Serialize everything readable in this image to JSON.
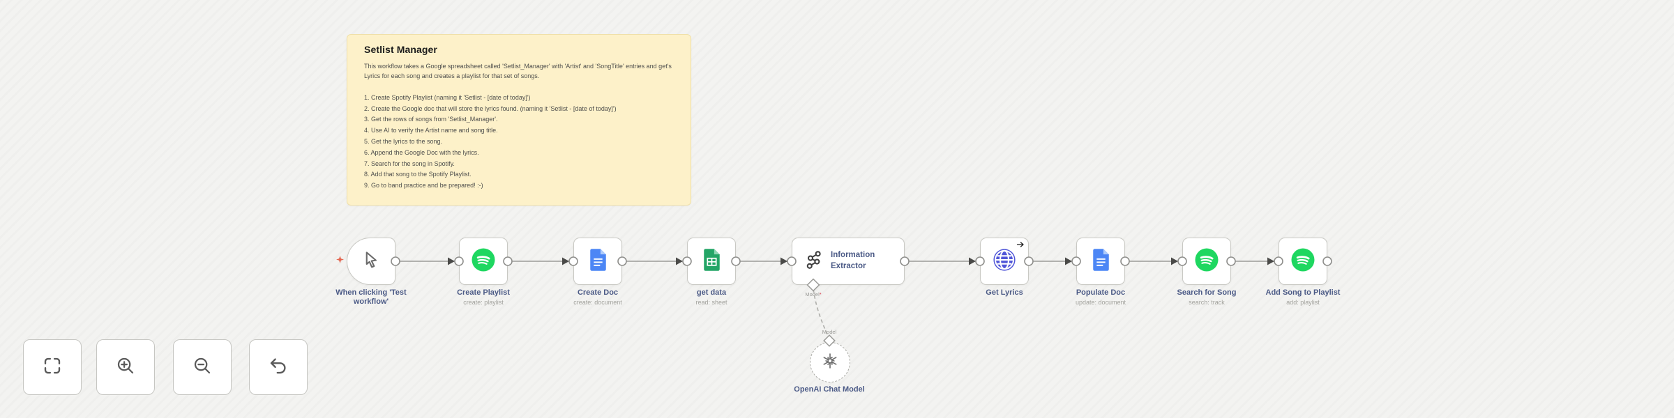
{
  "sticky_note": {
    "title": "Setlist Manager",
    "description": "This workflow takes a Google spreadsheet called 'Setlist_Manager' with 'Artist' and 'SongTitle' entries and get's Lyrics for each song and creates a playlist for that set of songs.",
    "steps": [
      "1. Create Spotify Playlist (naming it 'Setlist - [date of today]')",
      "2. Create the Google doc that will store the lyrics found. (naming it 'Setlist - [date of today]')",
      "3. Get the rows of songs from 'Setlist_Manager'.",
      "4. Use AI to verify the Artist name and song title.",
      "5. Get the lyrics to the song.",
      "6. Append the Google Doc with the lyrics.",
      "7. Search for the song in Spotify.",
      "8. Add that song to the Spotify Playlist.",
      "9. Go to band practice and be prepared! :-)"
    ]
  },
  "nodes": [
    {
      "title": "When clicking 'Test\nworkflow'",
      "subtitle": "",
      "icon": "mouse-cursor-icon"
    },
    {
      "title": "Create Playlist",
      "subtitle": "create: playlist",
      "icon": "spotify-icon"
    },
    {
      "title": "Create Doc",
      "subtitle": "create: document",
      "icon": "google-docs-icon"
    },
    {
      "title": "get data",
      "subtitle": "read: sheet",
      "icon": "google-sheets-icon"
    },
    {
      "title": "Information\nExtractor",
      "subtitle": "",
      "icon": "graph-extract-icon"
    },
    {
      "title": "Get Lyrics",
      "subtitle": "",
      "icon": "globe-icon"
    },
    {
      "title": "Populate Doc",
      "subtitle": "update: document",
      "icon": "google-docs-icon"
    },
    {
      "title": "Search for Song",
      "subtitle": "search: track",
      "icon": "spotify-icon"
    },
    {
      "title": "Add Song to Playlist",
      "subtitle": "add: playlist",
      "icon": "spotify-icon"
    }
  ],
  "model_connection": {
    "source_label": "Model",
    "source_required_mark": "*",
    "target_label": "Model"
  },
  "ai_node": {
    "title": "OpenAI Chat Model",
    "icon": "openai-icon"
  },
  "controls": {
    "icons": [
      "fit-view-icon",
      "zoom-in-icon",
      "zoom-out-icon",
      "undo-icon"
    ]
  },
  "colors": {
    "canvas_bg": "#f3f3f1",
    "sticky_note_bg": "#fdf1c9",
    "spotify_green": "#1ed760",
    "google_docs_blue": "#4c86f5",
    "google_sheets_green": "#23a566",
    "http_globe_indigo": "#4f55d8",
    "node_title_text": "#4b5a86",
    "required_marker_red": "#d73a49",
    "trigger_star_red": "#e4654f"
  }
}
